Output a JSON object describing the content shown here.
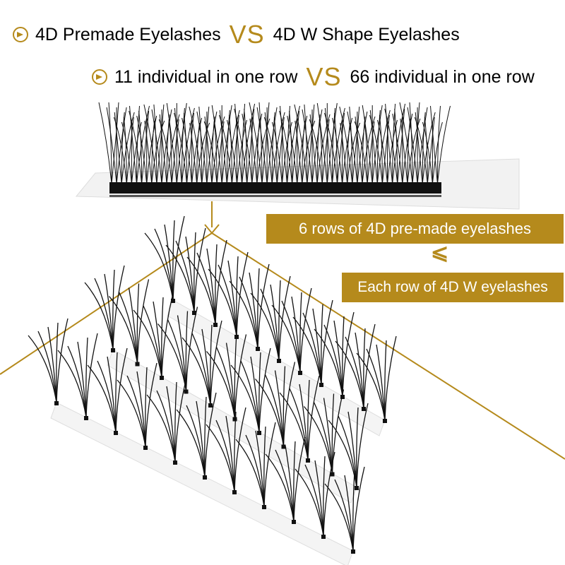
{
  "headline1": {
    "left": "4D Premade Eyelashes",
    "vs": "VS",
    "right": "4D W Shape Eyelashes"
  },
  "headline2": {
    "left": "11 individual in one row",
    "vs": "VS",
    "right": "66 individual in one row"
  },
  "tags": {
    "top": "6 rows of 4D pre-made eyelashes",
    "comparator": "⩽",
    "bottom": "Each row of 4D W eyelashes"
  },
  "colors": {
    "accent": "#b58a1c",
    "lash": "#111111"
  },
  "icons": [
    "play-circle-icon"
  ]
}
